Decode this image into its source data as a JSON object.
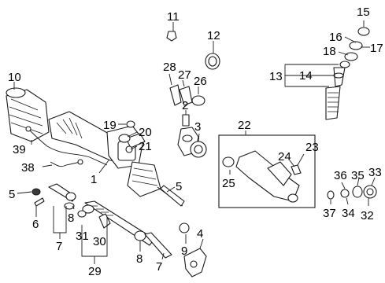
{
  "callouts": {
    "c1": "1",
    "c2": "2",
    "c3": "3",
    "c4": "4",
    "c5a": "5",
    "c5b": "5",
    "c6": "6",
    "c7a": "7",
    "c7b": "7",
    "c8a": "8",
    "c8b": "8",
    "c9": "9",
    "c10": "10",
    "c11": "11",
    "c12": "12",
    "c13": "13",
    "c14": "14",
    "c15": "15",
    "c16": "16",
    "c17": "17",
    "c18": "18",
    "c19": "19",
    "c20": "20",
    "c21": "21",
    "c22": "22",
    "c23": "23",
    "c24": "24",
    "c25": "25",
    "c26": "26",
    "c27": "27",
    "c28": "28",
    "c29": "29",
    "c30": "30",
    "c31": "31",
    "c32": "32",
    "c33": "33",
    "c34": "34",
    "c35": "35",
    "c36": "36",
    "c37": "37",
    "c38": "38",
    "c39": "39"
  }
}
